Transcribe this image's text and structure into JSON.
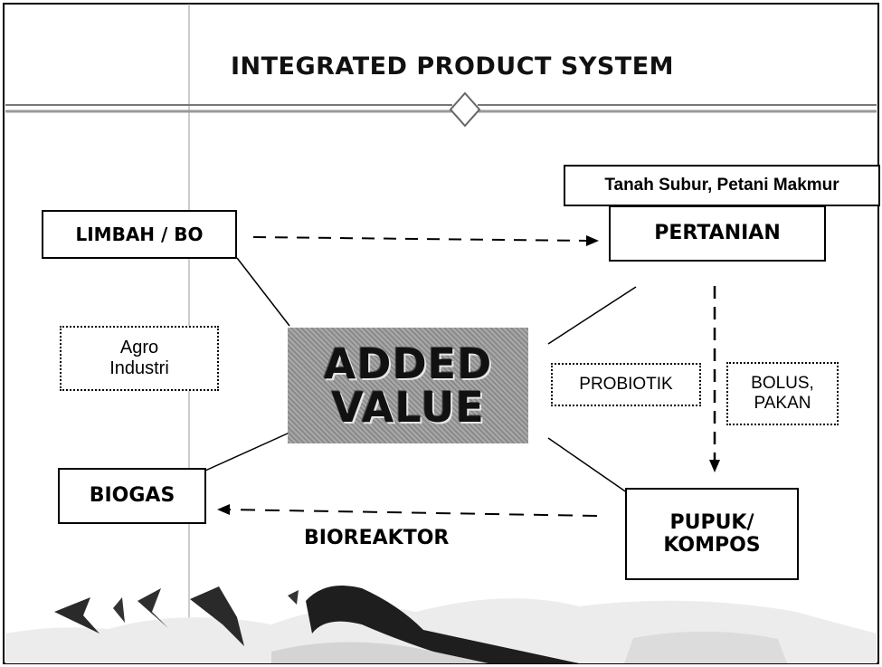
{
  "title": "INTEGRATED PRODUCT SYSTEM",
  "center": {
    "line1": "ADDED",
    "line2": "VALUE"
  },
  "nodes": {
    "limbah": "LIMBAH / BO",
    "pertanian": "PERTANIAN",
    "biogas": "BIOGAS",
    "pupuk": "PUPUK/\nKOMPOS"
  },
  "notes": {
    "tagline": "Tanah Subur, Petani Makmur",
    "agro": "Agro\nIndustri",
    "probiotik": "PROBIOTIK",
    "bolus": "BOLUS,\nPAKAN"
  },
  "edge_labels": {
    "bioreaktor": "BIOREAKTOR"
  },
  "colors": {
    "line": "#000000",
    "center_fill": "#9a9a9a",
    "rule": "#888888"
  }
}
